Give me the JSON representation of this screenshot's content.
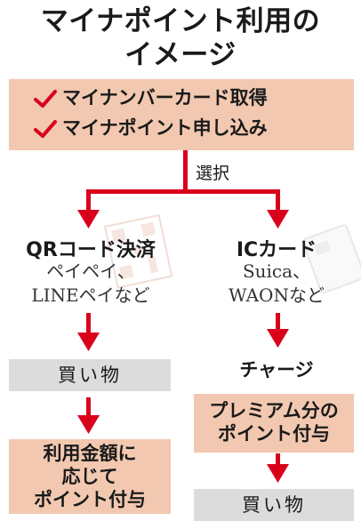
{
  "title": {
    "line1": "マイナポイント利用の",
    "line2": "イメージ"
  },
  "steps": [
    "マイナンバーカード取得",
    "マイナポイント申し込み"
  ],
  "select_label": "選択",
  "left": {
    "title": "QRコード決済",
    "sub1": "ペイペイ、",
    "sub2": "LINEペイなど",
    "shop": "買い物",
    "reward1": "利用金額に",
    "reward2": "応じて",
    "reward3": "ポイント付与"
  },
  "right": {
    "title": "ICカード",
    "sub1": "Suica、",
    "sub2": "WAONなど",
    "charge": "チャージ",
    "premium1": "プレミアム分の",
    "premium2": "ポイント付与",
    "shop": "買い物"
  },
  "colors": {
    "arrow": "#d9001b",
    "box_salmon": "#f2c8b0",
    "box_gray": "#dcdcdc"
  }
}
